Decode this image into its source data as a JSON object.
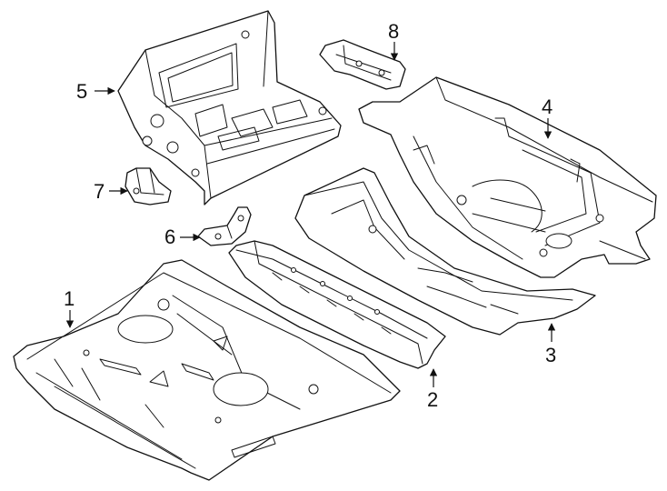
{
  "callouts": {
    "c1": "1",
    "c2": "2",
    "c3": "3",
    "c4": "4",
    "c5": "5",
    "c6": "6",
    "c7": "7",
    "c8": "8"
  },
  "colors": {
    "line": "#111111",
    "fill": "#ffffff",
    "background": "#ffffff"
  }
}
